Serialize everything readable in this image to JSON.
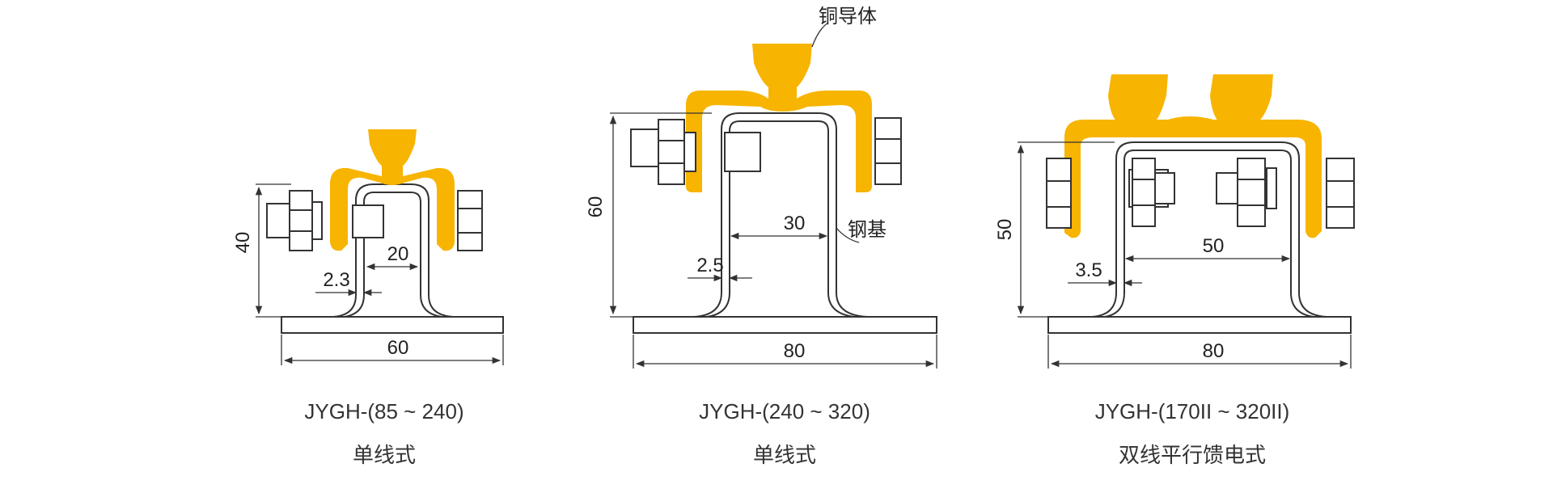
{
  "colors": {
    "conductor": "#F7B400",
    "steel": "#FFFFFF",
    "line": "#333333",
    "text": "#222222"
  },
  "diagrams": [
    {
      "model": "JYGH-(85 ~ 240)",
      "type": "单线式",
      "dims": {
        "height": "40",
        "inner_width": "20",
        "thickness": "2.3",
        "base_width": "60"
      }
    },
    {
      "model": "JYGH-(240 ~ 320)",
      "type": "单线式",
      "dims": {
        "height": "60",
        "inner_width": "30",
        "thickness": "2.5",
        "base_width": "80"
      },
      "callouts": {
        "conductor": "铜导体",
        "base": "钢基"
      }
    },
    {
      "model": "JYGH-(170II ~ 320II)",
      "type": "双线平行馈电式",
      "dims": {
        "height": "50",
        "inner_width": "50",
        "thickness": "3.5",
        "base_width": "80"
      }
    }
  ]
}
